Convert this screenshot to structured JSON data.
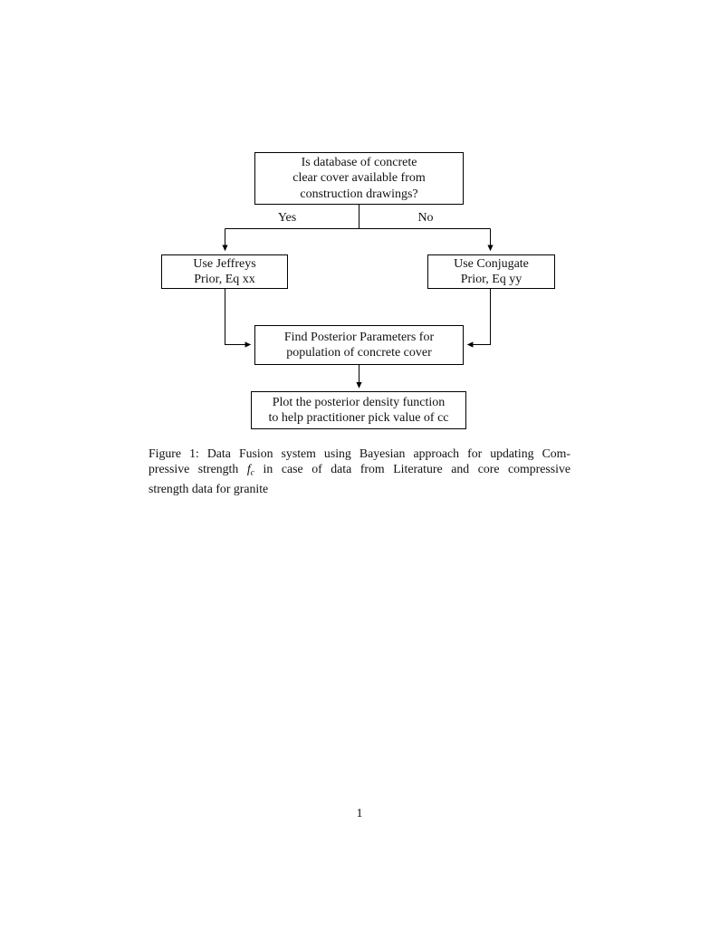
{
  "page": {
    "number": "1"
  },
  "flowchart": {
    "nodes": {
      "question": {
        "lines": [
          "Is database of concrete",
          "clear cover available from",
          "construction drawings?"
        ]
      },
      "jeffreys": {
        "lines": [
          "Use Jeffreys",
          "Prior, Eq xx"
        ]
      },
      "conjugate": {
        "lines": [
          "Use Conjugate",
          "Prior, Eq yy"
        ]
      },
      "posterior": {
        "lines": [
          "Find Posterior Parameters for",
          "population of concrete cover"
        ]
      },
      "plot": {
        "lines": [
          "Plot the posterior density function",
          "to help practitioner pick value of cc"
        ]
      }
    },
    "edge_labels": {
      "yes": "Yes",
      "no": "No"
    }
  },
  "caption": {
    "line1": "Figure 1: Data Fusion system using Bayesian approach for updating Com-",
    "line2_pre": "pressive strength ",
    "math_symbol": "f",
    "math_subscript": "c",
    "line2_post": " in case of data from Literature and core compressive",
    "line3": "strength data for granite"
  },
  "colors": {
    "text": "#111111",
    "border": "#000000",
    "background": "#ffffff"
  }
}
